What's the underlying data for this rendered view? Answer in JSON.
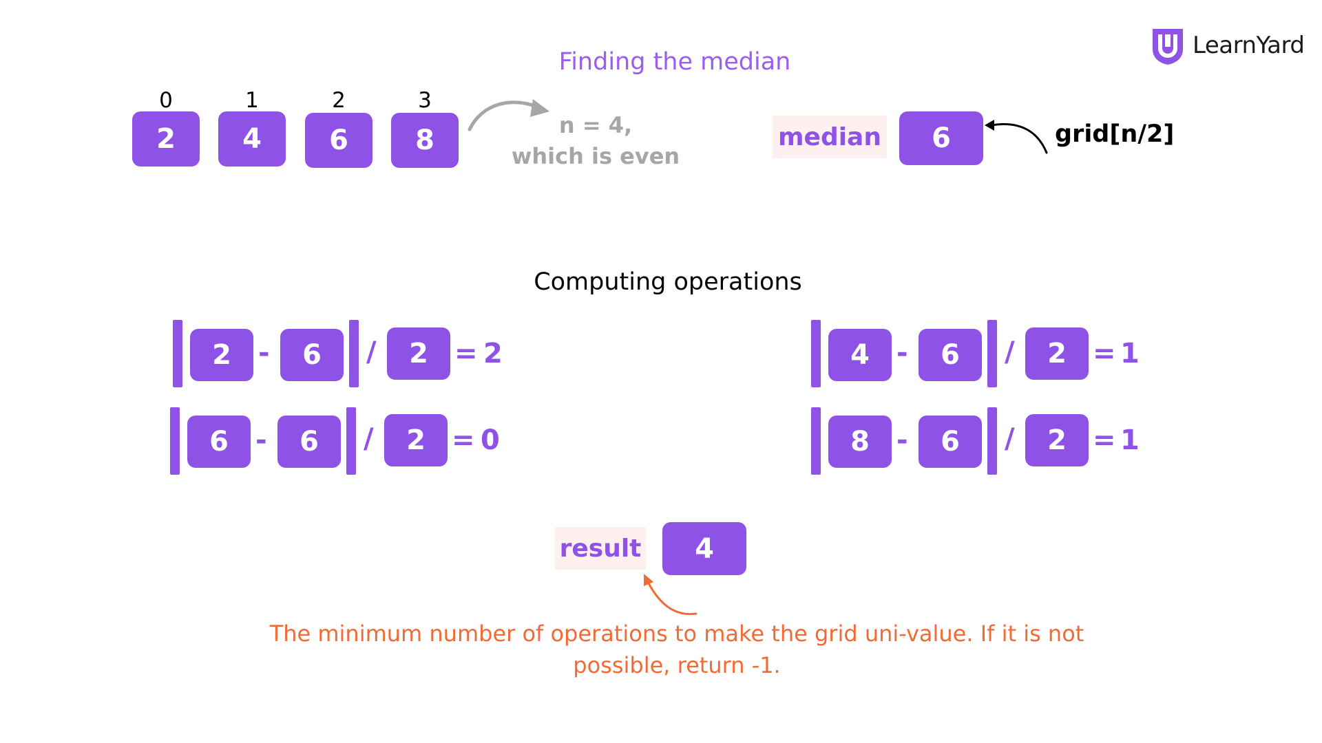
{
  "logo": {
    "text": "LearnYard"
  },
  "section1": {
    "title": "Finding the median",
    "array": [
      {
        "index": "0",
        "value": "2"
      },
      {
        "index": "1",
        "value": "4"
      },
      {
        "index": "2",
        "value": "6"
      },
      {
        "index": "3",
        "value": "8"
      }
    ],
    "note_line1": "n = 4,",
    "note_line2": "which is even",
    "median_label": "median",
    "median_value": "6",
    "median_formula": "grid[n/2]"
  },
  "section2": {
    "title": "Computing operations",
    "operations": [
      {
        "a": "2",
        "minus": "-",
        "b": "6",
        "slash": "/",
        "k": "2",
        "eq": "=",
        "result": "2"
      },
      {
        "a": "4",
        "minus": "-",
        "b": "6",
        "slash": "/",
        "k": "2",
        "eq": "=",
        "result": "1"
      },
      {
        "a": "6",
        "minus": "-",
        "b": "6",
        "slash": "/",
        "k": "2",
        "eq": "=",
        "result": "0"
      },
      {
        "a": "8",
        "minus": "-",
        "b": "6",
        "slash": "/",
        "k": "2",
        "eq": "=",
        "result": "1"
      }
    ]
  },
  "result": {
    "label": "result",
    "value": "4",
    "description_line1": "The minimum number of operations to make the grid uni-value. If it is not",
    "description_line2": "possible, return -1."
  },
  "colors": {
    "accent": "#8e52e6",
    "title_purple": "#9b5cf0",
    "note_gray": "#a6a6a6",
    "orange": "#f26a35",
    "pill_bg": "#fdf0ef"
  }
}
